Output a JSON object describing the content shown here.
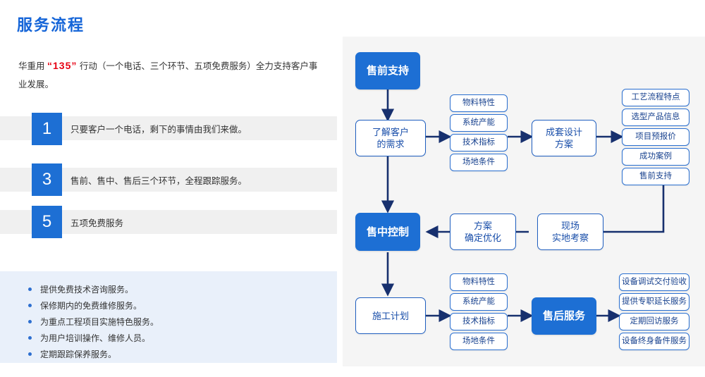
{
  "page": {
    "title": "服务流程",
    "intro_before": "华重用",
    "intro_highlight": "“135”",
    "intro_after": "行动（一个电话、三个环节、五项免费服务）全力支持客户事业发展。",
    "accent_blue": "#1d6fd4",
    "highlight_red": "#e60012",
    "panel_gray": "#f0f0f0",
    "bullet_panel_blue": "#e9f0fa",
    "flow_panel_bg": "#f5f5f5"
  },
  "numbered_items": [
    {
      "number": "1",
      "text": "只要客户一个电话，剩下的事情由我们来做。"
    },
    {
      "number": "3",
      "text": "售前、售中、售后三个环节，全程跟踪服务。"
    },
    {
      "number": "5",
      "text": "五项免费服务"
    }
  ],
  "free_services": [
    "提供免费技术咨询服务。",
    "保修期内的免费维修服务。",
    "为重点工程项目实施特色服务。",
    "为用户培训操作、维修人员。",
    "定期跟踪保养服务。"
  ],
  "flowchart": {
    "stage_presale": "售前支持",
    "stage_insale": "售中控制",
    "stage_aftersale": "售后服务",
    "node_understand": "了解客户\n的需求",
    "node_understand_l1": "了解客户",
    "node_understand_l2": "的需求",
    "node_design_l1": "成套设计",
    "node_design_l2": "方案",
    "node_plan_l1": "方案",
    "node_plan_l2": "确定优化",
    "node_survey_l1": "现场",
    "node_survey_l2": "实地考察",
    "node_construction": "施工计划",
    "demand_items": [
      "物料特性",
      "系统产能",
      "技术指标",
      "场地条件"
    ],
    "design_items": [
      "工艺流程特点",
      "选型产品信息",
      "项目预报价",
      "成功案例",
      "售前支持"
    ],
    "construction_items": [
      "物料特性",
      "系统产能",
      "技术指标",
      "场地条件"
    ],
    "aftersale_items": [
      "设备调试交付验收",
      "提供专职延长服务",
      "定期回访服务",
      "设备终身备件服务"
    ]
  }
}
